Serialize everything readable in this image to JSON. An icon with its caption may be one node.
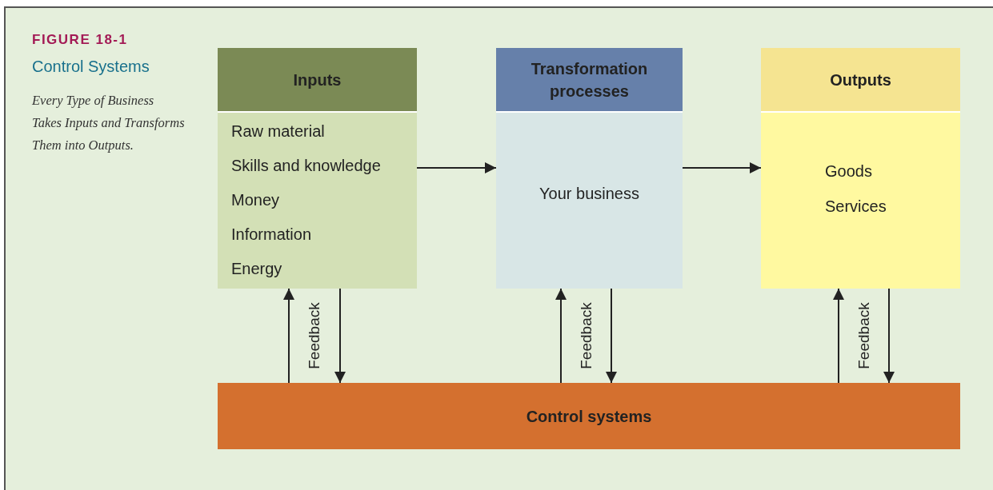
{
  "diagram": {
    "title": "Control Systems",
    "caption": "Every Type of Business Takes Inputs and Transforms Them into Outputs.",
    "nodes": [
      {
        "text": [
          "Inputs",
          "Raw material",
          "Skills and knowledge",
          "Money",
          "Information",
          "Energy"
        ]
      },
      {
        "text": [
          "Transformation processes",
          "Your business"
        ]
      },
      {
        "text": [
          "Outputs",
          "Goods",
          "Services"
        ]
      },
      {
        "text": [
          "Control systems"
        ]
      }
    ],
    "edges": [
      {
        "from": 0,
        "to": 1,
        "arrow": "to"
      },
      {
        "from": 1,
        "to": 2,
        "arrow": "to"
      },
      {
        "from": 3,
        "to": 0,
        "arrow": "to",
        "label": "Feedback"
      },
      {
        "from": 0,
        "to": 3,
        "arrow": "to"
      },
      {
        "from": 3,
        "to": 1,
        "arrow": "to",
        "label": "Feedback"
      },
      {
        "from": 1,
        "to": 3,
        "arrow": "to"
      },
      {
        "from": 3,
        "to": 2,
        "arrow": "to",
        "label": "Feedback"
      },
      {
        "from": 2,
        "to": 3,
        "arrow": "to"
      }
    ],
    "labels": [
      "FIGURE 18-1"
    ]
  }
}
